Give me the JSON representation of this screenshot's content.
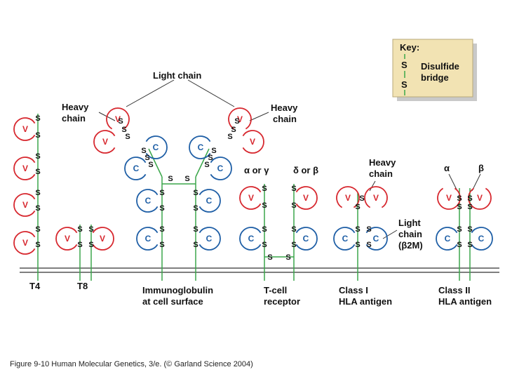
{
  "key": {
    "title": "Key:",
    "s_top": "S",
    "s_bottom": "S",
    "label_line1": "Disulfide",
    "label_line2": "bridge"
  },
  "labels": {
    "light_chain_top": "Light chain",
    "heavy_chain_left_1": "Heavy",
    "heavy_chain_left_2": "chain",
    "heavy_chain_right_1": "Heavy",
    "heavy_chain_right_2": "chain",
    "alpha_or_gamma": "α or γ",
    "delta_or_beta": "δ or β",
    "heavy_chain_class1_1": "Heavy",
    "heavy_chain_class1_2": "chain",
    "alpha": "α",
    "beta": "β",
    "light_chain_b2m_1": "Light",
    "light_chain_b2m_2": "chain",
    "light_chain_b2m_3": "(β2M)"
  },
  "molecules": {
    "t4": "T4",
    "t8": "T8",
    "ig_1": "Immunoglobulin",
    "ig_2": "at cell surface",
    "tcr_1": "T-cell",
    "tcr_2": "receptor",
    "class1_1": "Class I",
    "class1_2": "HLA antigen",
    "class2_1": "Class II",
    "class2_2": "HLA antigen"
  },
  "domain_letters": {
    "variable": "V",
    "constant": "C"
  },
  "disulfide_letter": "S",
  "caption": "Figure 9-10  Human Molecular Genetics, 3/e.  (© Garland Science 2004)",
  "colors": {
    "red": "#d7282f",
    "blue": "#1f5fa6",
    "green": "#3aa64a",
    "membrane": "#555555",
    "key_bg": "#f2e3b3"
  }
}
